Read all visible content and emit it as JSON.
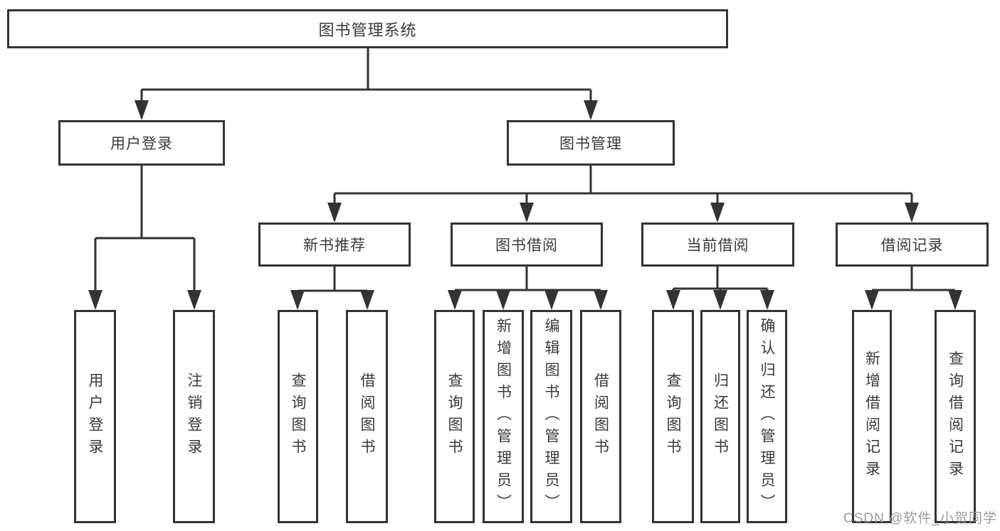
{
  "colors": {
    "background": "#ffffff",
    "line": "#333333",
    "box_border": "#333333",
    "text": "#3a3a3a",
    "watermark": "#949494"
  },
  "watermark": {
    "text": "CSDN @软件_小贺同学"
  },
  "tree": {
    "root": {
      "label": "图书管理系统",
      "children": [
        {
          "label": "用户登录",
          "children": [
            {
              "label": "用户登录"
            },
            {
              "label": "注销登录"
            }
          ]
        },
        {
          "label": "图书管理",
          "children": [
            {
              "label": "新书推荐",
              "children": [
                {
                  "label": "查询图书"
                },
                {
                  "label": "借阅图书"
                }
              ]
            },
            {
              "label": "图书借阅",
              "children": [
                {
                  "label": "查询图书"
                },
                {
                  "label": "新增图书（管理员）"
                },
                {
                  "label": "编辑图书（管理员）"
                },
                {
                  "label": "借阅图书"
                }
              ]
            },
            {
              "label": "当前借阅",
              "children": [
                {
                  "label": "查询图书"
                },
                {
                  "label": "归还图书"
                },
                {
                  "label": "确认归还（管理员）"
                }
              ]
            },
            {
              "label": "借阅记录",
              "children": [
                {
                  "label": "新增借阅记录"
                },
                {
                  "label": "查询借阅记录"
                }
              ]
            }
          ]
        }
      ]
    }
  }
}
